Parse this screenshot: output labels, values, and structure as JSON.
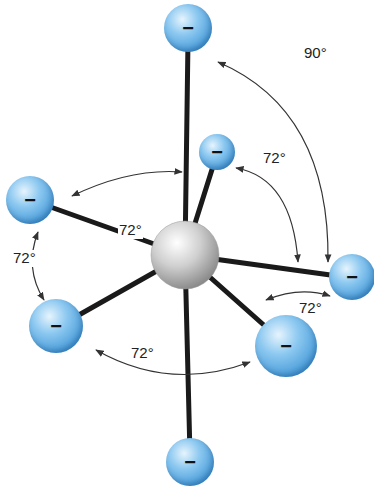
{
  "diagram": {
    "nodes": [
      {
        "text": [
          "−"
        ]
      },
      {
        "text": [
          "−"
        ]
      },
      {
        "text": [
          "−"
        ]
      },
      {
        "text": [
          "−"
        ]
      },
      {
        "text": [
          "−"
        ]
      },
      {
        "text": [
          "−"
        ]
      },
      {
        "text": [
          "−"
        ]
      }
    ],
    "labels": [
      "90°",
      "72°",
      "72°",
      "72°",
      "72°",
      "72°"
    ]
  }
}
